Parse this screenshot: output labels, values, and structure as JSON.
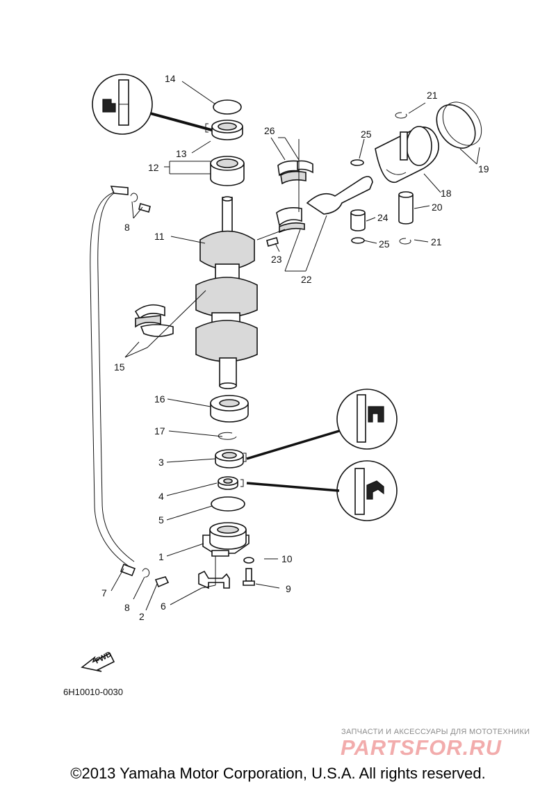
{
  "callouts": {
    "c1": "1",
    "c2": "2",
    "c3": "3",
    "c4": "4",
    "c5": "5",
    "c6": "6",
    "c7": "7",
    "c8a": "8",
    "c8b": "8",
    "c9": "9",
    "c10": "10",
    "c11": "11",
    "c12": "12",
    "c13": "13",
    "c14": "14",
    "c15": "15",
    "c16": "16",
    "c17": "17",
    "c18": "18",
    "c19": "19",
    "c20": "20",
    "c21a": "21",
    "c21b": "21",
    "c22": "22",
    "c23": "23",
    "c24": "24",
    "c25a": "25",
    "c25b": "25",
    "c26": "26"
  },
  "fwd_label": "FWD",
  "diagram_code": "6H10010-0030",
  "watermark": {
    "tagline": "ЗАПЧАСТИ И АКСЕССУАРЫ ДЛЯ МОТОТЕХНИКИ",
    "brand": "PARTSFOR.RU"
  },
  "copyright": "©2013 Yamaha Motor Corporation, U.S.A. All rights reserved.",
  "icons": [
    "grease-icon",
    "sealant-icon",
    "forward-arrow-icon"
  ]
}
